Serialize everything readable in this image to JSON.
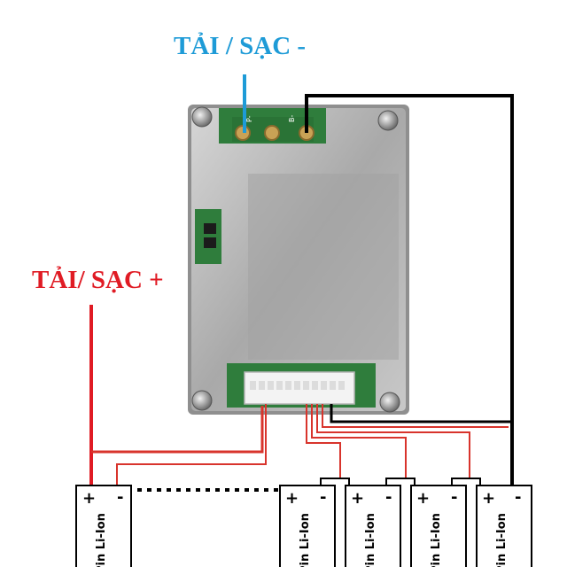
{
  "labels": {
    "load_charge_negative": "TẢI / SẠC -",
    "load_charge_positive": "TẢI/ SẠC +"
  },
  "board": {
    "pad_labels": [
      "P-",
      "B-"
    ]
  },
  "cells": [
    {
      "text": "Pin Li-Ion",
      "plus": "+",
      "minus": "-"
    },
    {
      "text": "Pin Li-Ion",
      "plus": "+",
      "minus": "-"
    },
    {
      "text": "Pin Li-Ion",
      "plus": "+",
      "minus": "-"
    },
    {
      "text": "Pin Li-Ion",
      "plus": "+",
      "minus": "-"
    },
    {
      "text": "Pin Li-Ion",
      "plus": "+",
      "minus": "-"
    }
  ],
  "colors": {
    "positive_wire": "#e01b24",
    "negative_label": "#1e9bd7",
    "balance_wire": "#d8342c",
    "black_wire": "#000000",
    "heatsink": "#b4b4b4",
    "pcb": "#2f7d3c"
  }
}
